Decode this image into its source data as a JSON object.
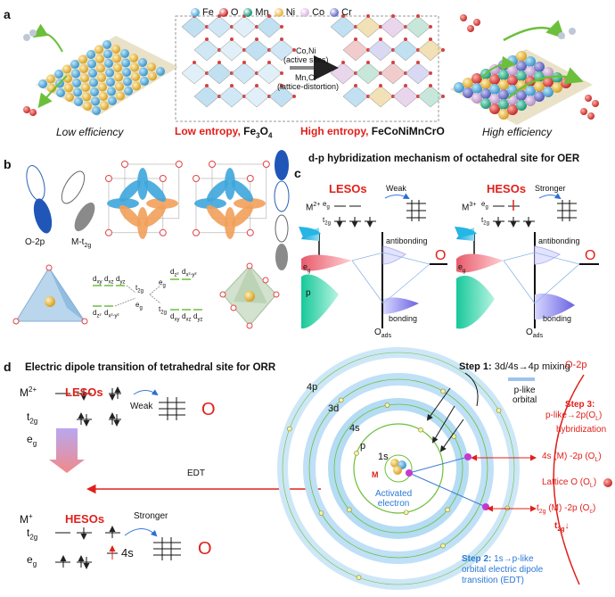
{
  "panel_a": {
    "letter": "a",
    "legend": [
      {
        "label": "Fe",
        "color": "#4aa8d8"
      },
      {
        "label": "O",
        "color": "#c82b2b"
      },
      {
        "label": "Mn",
        "color": "#1a9a7a"
      },
      {
        "label": "Ni",
        "color": "#e8b63a"
      },
      {
        "label": "Co",
        "color": "#d9b7e0"
      },
      {
        "label": "Cr",
        "color": "#6b6fc7"
      }
    ],
    "arrow_top": "Co,Ni",
    "arrow_top2": "(active sites)",
    "arrow_bottom": "Mn,Cr",
    "arrow_bottom2": "(lattice-distortion)",
    "low_eff": "Low efficiency",
    "low_entropy_red": "Low entropy,",
    "low_entropy_black": "Fe",
    "low_entropy_sub3": "3",
    "low_entropy_O": "O",
    "low_entropy_sub4": "4",
    "high_entropy_red": "High entropy,",
    "high_entropy_black": "FeCoNiMnCrO",
    "high_eff": "High efficiency"
  },
  "panel_b": {
    "letter": "b",
    "o2p": "O-2p",
    "mt2g_main": "M-t",
    "mt2g_sub": "2g",
    "left_levels": {
      "top": [
        "d",
        "d",
        "d"
      ],
      "top_subs": [
        "xy",
        "xz",
        "yz"
      ],
      "t2g": "t",
      "t2g_sub": "2g",
      "bottom": [
        "d",
        "d"
      ],
      "bottom_subs": [
        "z²",
        "x²-y²"
      ],
      "eg": "e",
      "eg_sub": "g"
    },
    "right_levels": {
      "top": [
        "d",
        "d"
      ],
      "top_subs": [
        "z²",
        "x²-y²"
      ],
      "eg": "e",
      "eg_sub": "g",
      "bottom": [
        "d",
        "d",
        "d"
      ],
      "bottom_subs": [
        "xy",
        "xz",
        "yz"
      ],
      "t2g": "t",
      "t2g_sub": "2g"
    }
  },
  "panel_c": {
    "letter": "c",
    "title": "d-p hybridization mechanism of  octahedral site for OER",
    "left": {
      "name": "LESOs",
      "ion": "M",
      "ion_sup": "2+",
      "arrow": "Weak",
      "antibonding": "antibonding",
      "bonding": "bonding",
      "eg": "e",
      "eg_sub": "g",
      "p": "p",
      "oads": "O",
      "oads_sub": "ads"
    },
    "right": {
      "name": "HESOs",
      "ion": "M",
      "ion_sup": "3+",
      "arrow": "Stronger",
      "antibonding": "antibonding",
      "bonding": "bonding",
      "eg": "e",
      "eg_sub": "g",
      "oads": "O",
      "oads_sub": "ads"
    },
    "o_symbol": "O"
  },
  "panel_d": {
    "letter": "d",
    "title": "Electric dipole transition of  tetrahedral site for ORR",
    "m2": "M",
    "m2_sup": "2+",
    "m1": "M",
    "m1_sup": "+",
    "lesos": "LESOs",
    "hesos": "HESOs",
    "t2g": "t",
    "t2g_sub": "2g",
    "eg": "e",
    "eg_sub": "g",
    "weak": "Weak",
    "stronger": "Stronger",
    "edt": "EDT",
    "four_s_low": "4s",
    "o_symbol": "O",
    "shells": [
      "4p",
      "3d",
      "4s",
      "p",
      "1s"
    ],
    "m_label": "M",
    "activated": "Activated",
    "electron": "electron",
    "step1_bold": "Step 1:",
    "step1_text": " 3d/4s→4p mixing",
    "p_like": "p-like",
    "orbital": "orbital",
    "step2_bold": "Step 2:",
    "step2_text1": " 1s→p-like",
    "step2_text2": "orbital electric dipole",
    "step2_text3": "transition (EDT)",
    "o2p": "O-2p",
    "step3_bold": "Step 3:",
    "step3_text1": "p-like→2p(O",
    "step3_text1_sub": "L",
    "step3_text1_end": ")",
    "step3_text2": "hybridization",
    "r_4s": "4s (M) -2p (O",
    "r_4s_sub": "L",
    "r_4s_end": ")",
    "lattice": "Lattice O (O",
    "lattice_sub": "L",
    "lattice_end": ")",
    "r_t2g": "t",
    "r_t2g_sub": "2g",
    "r_t2g_rest": " (M) -2p (O",
    "r_t2g_sub2": "c",
    "r_t2g_end": ")",
    "t2g_down": "t",
    "t2g_down_sub": "2g",
    "t2g_down_arrow": "↓"
  }
}
